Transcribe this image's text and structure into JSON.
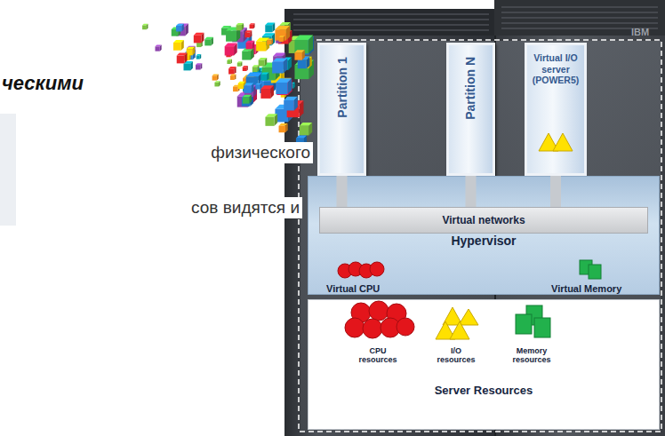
{
  "diagram": {
    "nodes": [
      {
        "text": [
          "Partition 1"
        ]
      },
      {
        "text": [
          "Partition N"
        ]
      },
      {
        "text": [
          "Virtual I/O server (POWER5)"
        ]
      },
      {
        "text": [
          "Hypervisor"
        ]
      },
      {
        "text": [
          "Virtual networks"
        ],
        "in": 3
      },
      {
        "text": [
          "Server Resources"
        ]
      }
    ],
    "edges": [
      {
        "from": 0,
        "to": 4,
        "arrow": "none"
      },
      {
        "from": 1,
        "to": 4,
        "arrow": "none"
      },
      {
        "from": 2,
        "to": 4,
        "arrow": "none"
      }
    ],
    "labels": [
      "ческими",
      "физического",
      "сов видятся и",
      "IBM",
      "Virtual CPU",
      "Virtual Memory",
      "CPU resources",
      "I/O resources",
      "Memory resources"
    ]
  }
}
